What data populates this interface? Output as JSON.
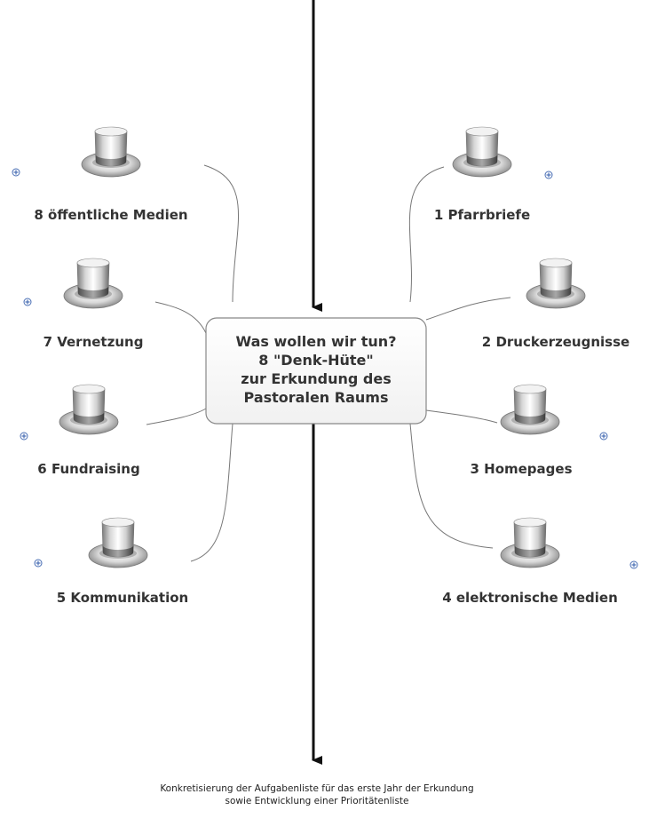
{
  "center": {
    "lines": [
      "Was wollen wir tun?",
      "8 \"Denk-Hüte\"",
      "zur Erkundung des",
      "Pastoralen Raums"
    ]
  },
  "nodes": [
    {
      "id": "1",
      "label": "1 Pfarrbriefe",
      "icon": "top-hat-icon"
    },
    {
      "id": "2",
      "label": "2 Druckerzeugnisse",
      "icon": "top-hat-icon"
    },
    {
      "id": "3",
      "label": "3 Homepages",
      "icon": "top-hat-icon"
    },
    {
      "id": "4",
      "label": "4 elektronische Medien",
      "icon": "top-hat-icon"
    },
    {
      "id": "5",
      "label": "5 Kommunikation",
      "icon": "top-hat-icon"
    },
    {
      "id": "6",
      "label": "6 Fundraising",
      "icon": "top-hat-icon"
    },
    {
      "id": "7",
      "label": "7 Vernetzung",
      "icon": "top-hat-icon"
    },
    {
      "id": "8",
      "label": "8 öffentliche Medien",
      "icon": "top-hat-icon"
    }
  ],
  "footer": {
    "lines": [
      "Konkretisierung der Aufgabenliste für das erste Jahr der Erkundung",
      "sowie Entwicklung einer Prioritätenliste"
    ]
  },
  "colors": {
    "connector": "#777777",
    "arrow": "#111111",
    "expand": "#4a6fb5",
    "box_border": "#888888"
  }
}
